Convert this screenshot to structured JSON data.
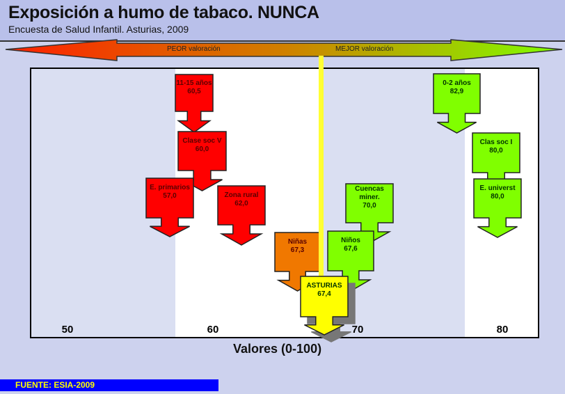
{
  "header": {
    "title": "Exposición a humo de tabaco. NUNCA",
    "subtitle": "Encuesta de Salud Infantil. Asturias, 2009"
  },
  "scale_arrow": {
    "worse_label": "PEOR valoración",
    "better_label": "MEJOR valoración"
  },
  "colors": {
    "red": "#ff0000",
    "orange": "#f07800",
    "green": "#80ff00",
    "yellow": "#ffff00",
    "text_red": "#5a0000",
    "text_dark": "#003300"
  },
  "chart_data": {
    "type": "scatter",
    "title": "Exposición a humo de tabaco. NUNCA",
    "xlabel": "Valores (0-100)",
    "xticks": [
      "50",
      "60",
      "70",
      "80"
    ],
    "xlim": [
      47.5,
      82.5
    ],
    "reference": {
      "name": "ASTURIAS",
      "value": 67.4,
      "display": "67,4"
    },
    "points": [
      {
        "label": "11-15 años",
        "value": 60.5,
        "display": "60,5",
        "color": "red"
      },
      {
        "label": "Clase soc V",
        "value": 60.0,
        "display": "60,0",
        "color": "red"
      },
      {
        "label": "E. primarios",
        "value": 57.0,
        "display": "57,0",
        "color": "red"
      },
      {
        "label": "Zona rural",
        "value": 62.0,
        "display": "62,0",
        "color": "red"
      },
      {
        "label": "Niñas",
        "value": 67.3,
        "display": "67,3",
        "color": "orange"
      },
      {
        "label": "Cuencas miner.",
        "value": 70.0,
        "display": "70,0",
        "color": "green"
      },
      {
        "label": "Niños",
        "value": 67.6,
        "display": "67,6",
        "color": "green"
      },
      {
        "label": "0-2 años",
        "value": 82.9,
        "display": "82,9",
        "color": "green"
      },
      {
        "label": "Clas soc I",
        "value": 80.0,
        "display": "80,0",
        "color": "green"
      },
      {
        "label": "E. universt",
        "value": 80.0,
        "display": "80,0",
        "color": "green"
      },
      {
        "label": "ASTURIAS",
        "value": 67.4,
        "display": "67,4",
        "color": "yellow"
      }
    ]
  },
  "source": "FUENTE: ESIA-2009"
}
